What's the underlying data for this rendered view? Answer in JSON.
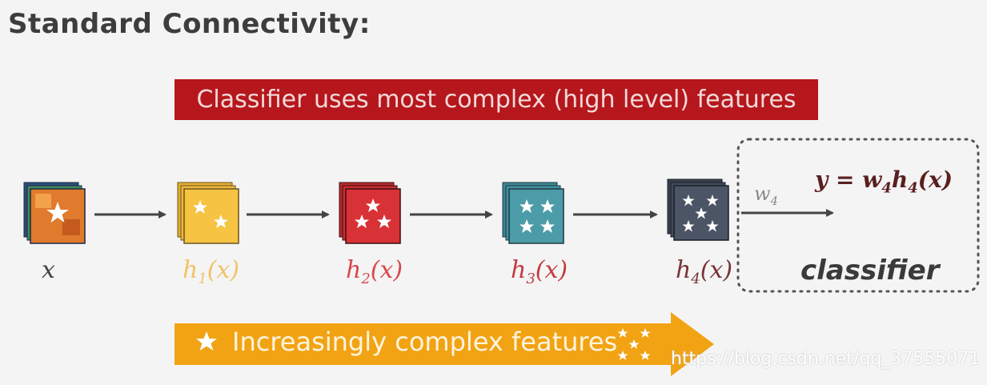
{
  "title": "Standard Connectivity:",
  "banner_text": "Classifier uses most complex (high level) features",
  "layers": [
    {
      "name": "x",
      "color": "#444444"
    },
    {
      "name": "h1(x)",
      "main": "h",
      "sub": "1",
      "rest": "(x)",
      "color": "#f2c267"
    },
    {
      "name": "h2(x)",
      "main": "h",
      "sub": "2",
      "rest": "(x)",
      "color": "#d9484c"
    },
    {
      "name": "h3(x)",
      "main": "h",
      "sub": "3",
      "rest": "(x)",
      "color": "#c23b41"
    },
    {
      "name": "h4(x)",
      "main": "h",
      "sub": "4",
      "rest": "(x)",
      "color": "#7a3338"
    }
  ],
  "weight_label": {
    "main": "w",
    "sub": "4"
  },
  "formula": {
    "p1": "y = w",
    "s1": "4",
    "p2": "h",
    "s2": "4",
    "p3": "(x)"
  },
  "classifier_label": "classifier",
  "arrow_text": "Increasingly complex features",
  "watermark": "https://blog.csdn.net/qq_37555071",
  "colors": {
    "banner_red": "#b5171c",
    "arrow_orange": "#f2a313",
    "cube_h1": "#f6c342",
    "cube_h2": "#d93236",
    "cube_h3": "#4c9ba8",
    "cube_h4": "#4b5566"
  }
}
